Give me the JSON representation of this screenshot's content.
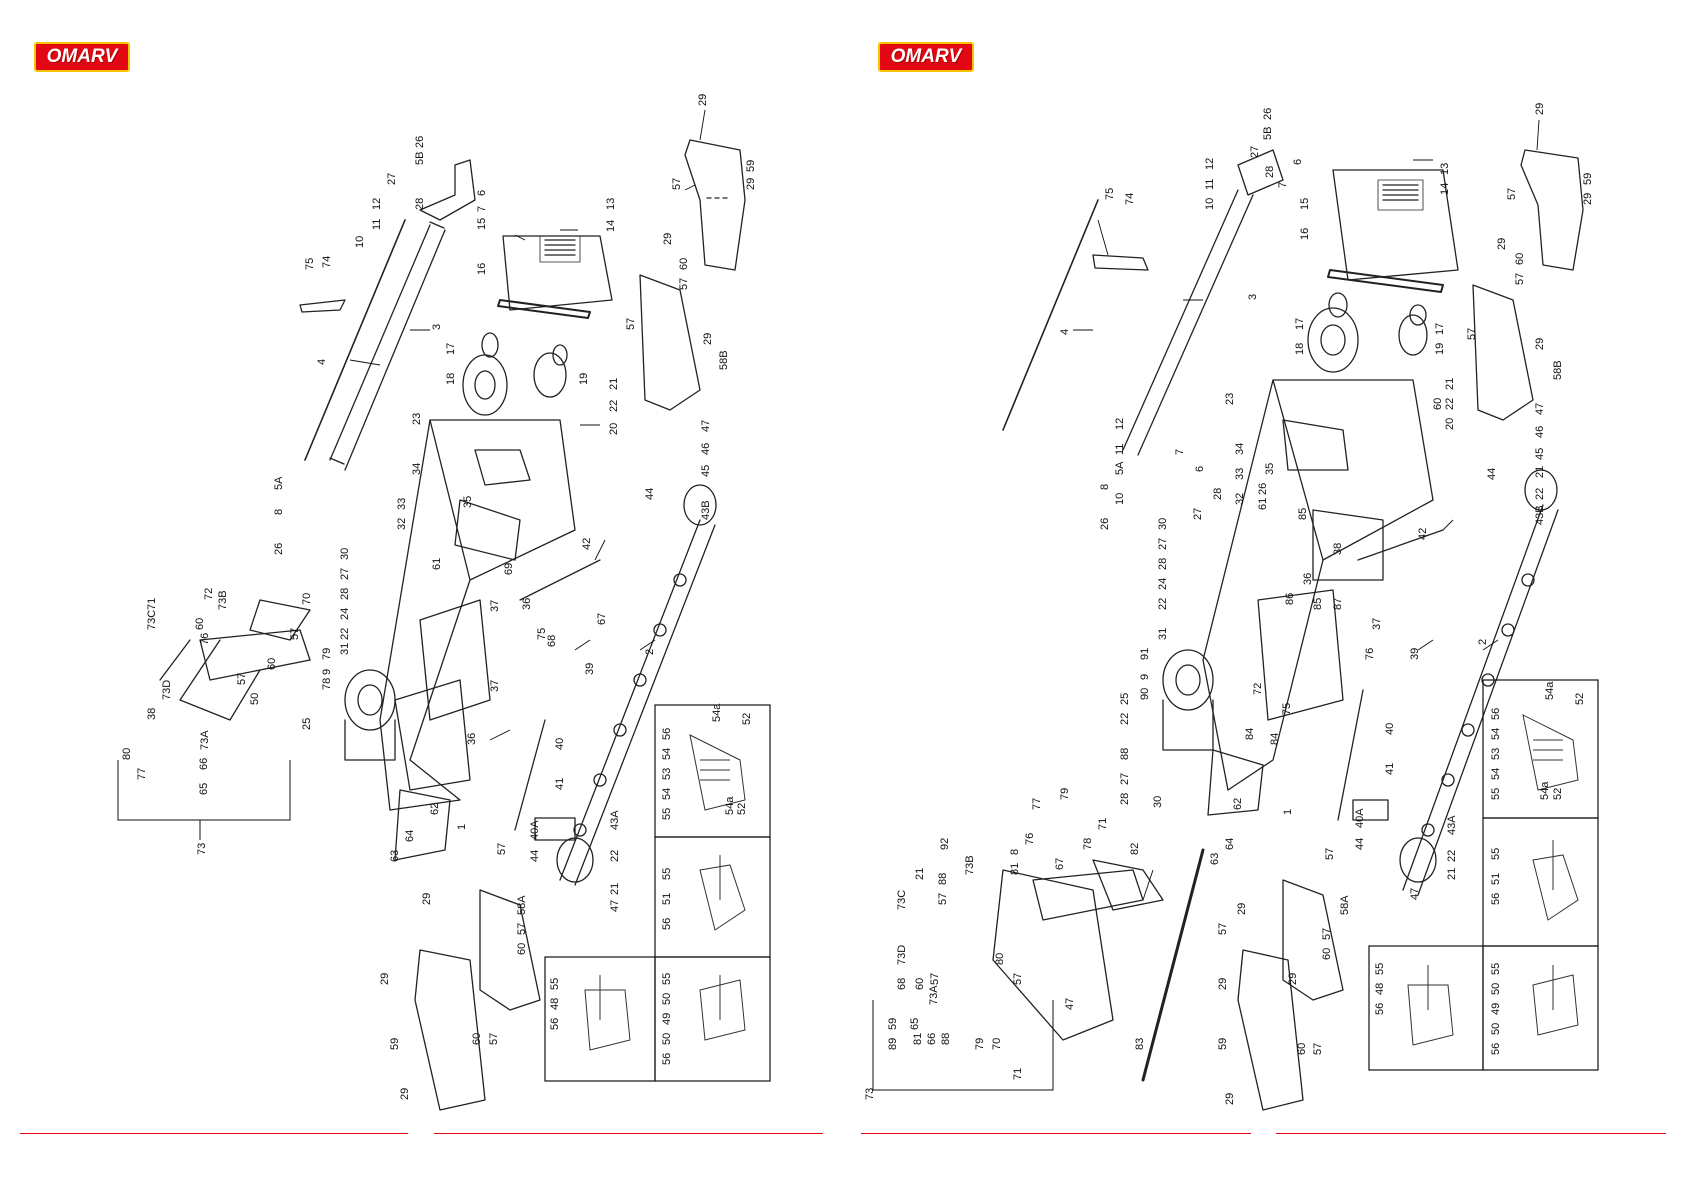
{
  "pages": [
    {
      "brand": "OMARV",
      "labels": {
        "n29a": "29",
        "n57a": "57",
        "n29b": "29",
        "n59a": "59",
        "n14": "14",
        "n13": "13",
        "n15": "15",
        "n16": "16",
        "n7": "7",
        "n6": "6",
        "n5b": "5B",
        "n26": "26",
        "n27": "27",
        "n28": "28",
        "n10": "10",
        "n11": "11",
        "n12": "12",
        "n75": "75",
        "n74": "74",
        "n4": "4",
        "n3": "3",
        "n29c": "29",
        "n57b": "57",
        "n60a": "60",
        "n57c": "57",
        "n29d": "29",
        "n58b": "58B",
        "n17": "17",
        "n18": "18",
        "n19": "19",
        "n20": "20",
        "n22a": "22",
        "n21a": "21",
        "n23": "23",
        "n47a": "47",
        "n46": "46",
        "n45": "45",
        "n44a": "44",
        "n43b": "43B",
        "n5a": "5A",
        "n8": "8",
        "n26b": "26",
        "n34": "34",
        "n33": "33",
        "n32": "32",
        "n35": "35",
        "n42": "42",
        "n30a": "30",
        "n27b": "27",
        "n28b": "28",
        "n24": "24",
        "n22b": "22",
        "n61": "61",
        "n69": "69",
        "n36a": "36",
        "n67": "67",
        "n68": "68",
        "n75b": "75",
        "n39": "39",
        "n40": "40",
        "n41": "41",
        "n40a": "40A",
        "n44b": "44",
        "n2": "2",
        "n43a": "43A",
        "n22c": "22",
        "n21b": "21",
        "n47b": "47",
        "n31": "31",
        "n9": "9",
        "n79": "79",
        "n78": "78",
        "n25": "25",
        "n73c": "73C",
        "n71": "71",
        "n73b": "73B",
        "n72": "72",
        "n60b": "60",
        "n76": "76",
        "n73d": "73D",
        "n38": "38",
        "n70": "70",
        "n57d": "57",
        "n57e": "57",
        "n60c": "60",
        "n50": "50",
        "n73a": "73A",
        "n80": "80",
        "n77": "77",
        "n65": "65",
        "n66": "66",
        "n73": "73",
        "n37a": "37",
        "n37b": "37",
        "n36b": "36",
        "n1": "1",
        "n62": "62",
        "n63": "63",
        "n64": "64",
        "n57f": "57",
        "n29e": "29",
        "n58a": "58A",
        "n60d": "60",
        "n57g": "57",
        "n29f": "29",
        "n59b": "59",
        "n60e": "60",
        "n57h": "57",
        "n29g": "29",
        "b1a": "55",
        "b1b": "54",
        "b1c": "53",
        "b1d": "54",
        "b1e": "56",
        "b1f": "54a",
        "b1g": "54a",
        "b1h": "52",
        "b1i": "52",
        "b2a": "56",
        "b2b": "51",
        "b2c": "55",
        "b3a": "56",
        "b3b": "48",
        "b3c": "55",
        "b4a": "56",
        "b4b": "50",
        "b4c": "49",
        "b4d": "50",
        "b4e": "55"
      }
    },
    {
      "brand": "OMARV",
      "labels": {
        "n29a": "29",
        "n57a": "57",
        "n29b": "29",
        "n59a": "59",
        "n26": "26",
        "n5b": "5B",
        "n27": "27",
        "n28": "28",
        "n6": "6",
        "n7": "7",
        "n12": "12",
        "n11": "11",
        "n10": "10",
        "n15": "15",
        "n16": "16",
        "n14": "14",
        "n13": "13",
        "n75": "75",
        "n74": "74",
        "n4": "4",
        "n3": "3",
        "n17": "17",
        "n18": "18",
        "n19": "19",
        "n17b": "17",
        "n29c": "29",
        "n57b": "57",
        "n60a": "60",
        "n57c": "57",
        "n60b": "60",
        "n58b": "58B",
        "n29d": "29",
        "n20": "20",
        "n22a": "22",
        "n21a": "21",
        "n23": "23",
        "n47a": "47",
        "n46": "46",
        "n45": "45",
        "n21c": "21",
        "n22d": "22",
        "n43b": "43B",
        "n44a": "44",
        "n12b": "12",
        "n11b": "11",
        "n5a": "5A",
        "n10b": "10",
        "n8": "8",
        "n26b": "26",
        "n34": "34",
        "n33": "33",
        "n32": "32",
        "n35": "35",
        "n7b": "7",
        "n6b": "6",
        "n28b": "28",
        "n27b": "27",
        "n30": "30",
        "n27c": "27",
        "n28c": "28",
        "n24": "24",
        "n22b": "22",
        "n61": "61",
        "n26c": "26",
        "n85": "85",
        "n86": "86",
        "n36": "36",
        "n85b": "85",
        "n38": "38",
        "n87": "87",
        "n42": "42",
        "n31": "31",
        "n90": "90",
        "n9": "9",
        "n91": "91",
        "n72": "72",
        "n84": "84",
        "n84b": "84",
        "n37": "37",
        "n75b": "75",
        "n76b": "76",
        "n39": "39",
        "n2": "2",
        "n22c": "22",
        "n25": "25",
        "n88": "88",
        "n27d": "27",
        "n28d": "28",
        "n30b": "30",
        "n62": "62",
        "n1": "1",
        "n40": "40",
        "n41": "41",
        "n40a": "40A",
        "n44b": "44",
        "n43a": "43A",
        "n22e": "22",
        "n21b": "21",
        "n47b": "47",
        "n63": "63",
        "n64": "64",
        "n77": "77",
        "n79": "79",
        "n76": "76",
        "n78": "78",
        "n71": "71",
        "n8b": "8",
        "n81": "81",
        "n67": "67",
        "n82": "82",
        "n92": "92",
        "n21d": "21",
        "n73b": "73B",
        "n73c": "73C",
        "n57d": "57",
        "n88b": "88",
        "n68": "68",
        "n73d": "73D",
        "n60c": "60",
        "n57e": "57",
        "n80": "80",
        "n57f": "57",
        "n47c": "47",
        "n81b": "81",
        "n66": "66",
        "n88c": "88",
        "n73a": "73A",
        "n79b": "79",
        "n70": "70",
        "n71b": "71",
        "n59c": "59",
        "n89": "89",
        "n65": "65",
        "n73": "73",
        "n83": "83",
        "n57g": "57",
        "n29e": "29",
        "n58a": "58A",
        "n60d": "60",
        "n57h": "57",
        "n57i": "57",
        "n29f": "29",
        "n29g": "29",
        "n59b": "59",
        "n60e": "60",
        "n57j": "57",
        "n29h": "29",
        "b1a": "55",
        "b1b": "54",
        "b1c": "53",
        "b1d": "54",
        "b1e": "56",
        "b1f": "54a",
        "b1g": "54a",
        "b1h": "52",
        "b1i": "52",
        "b2a": "56",
        "b2b": "51",
        "b2c": "55",
        "b3a": "56",
        "b3b": "48",
        "b3c": "55",
        "b4a": "56",
        "b4b": "50",
        "b4c": "49",
        "b4d": "50",
        "b4e": "55"
      }
    }
  ],
  "colors": {
    "brand_red": "#e30613",
    "brand_yellow": "#f5c400",
    "ink": "#111111"
  }
}
